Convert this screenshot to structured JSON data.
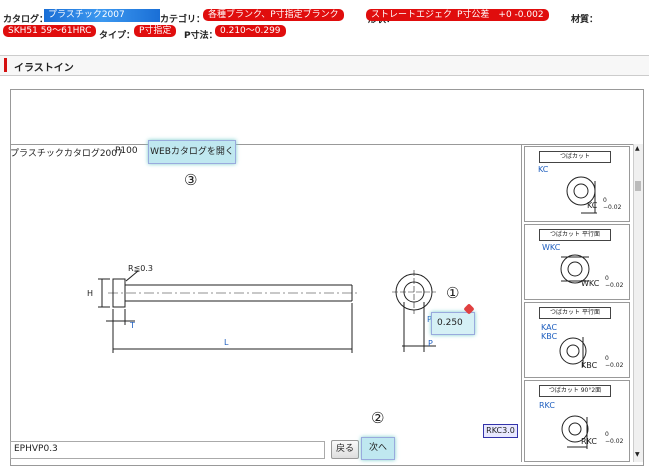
{
  "header": {
    "catalog_label": "カタログ：",
    "catalog_value": "プラスチック2007",
    "category_label": "カテゴリ：",
    "category_value": "各種ブランク、P寸指定ブランク",
    "shape_label": "形状：",
    "shape_value": "ストレートエジェクタピン",
    "tolerance_value": "P寸公差　+0 -0.002",
    "material_label": "材質：",
    "material_value": "SKH51 59〜61HRC",
    "type_label": "タイプ：",
    "type_value": "P寸指定",
    "p_label": "P寸法：",
    "p_value": "0.210〜0.299"
  },
  "section_title": "イラストイン",
  "viewer": {
    "catalog_name": "プラスチックカタログ2007",
    "page": "P100",
    "open_web_button": "WEBカタログを開く",
    "marker1": "①",
    "marker2": "②",
    "marker3": "③",
    "input_value": "0.250",
    "dim_radius": "R≦0.3",
    "dim_h": "H",
    "dim_t": "T",
    "dim_l": "L",
    "dim_p1": "P",
    "dim_p2": "P",
    "part_code": "EPHVP0.3",
    "back_button": "戻る",
    "next_button": "次へ",
    "version_badge": "RKC3.0"
  },
  "options": [
    {
      "title": "つばカット",
      "codes": [
        "KC"
      ],
      "dim": "KC",
      "tol": "0 −0.02"
    },
    {
      "title": "つばカット 平行面",
      "codes": [
        "WKC"
      ],
      "dim": "WKC",
      "tol": "0 −0.02"
    },
    {
      "title": "つばカット 平行面",
      "codes": [
        "KAC",
        "KBC"
      ],
      "dim": "KBC",
      "tol": "0 −0.02"
    },
    {
      "title": "つばカット 90°2面",
      "codes": [
        "RKC"
      ],
      "dim": "RKC",
      "tol": "0 −0.02"
    }
  ]
}
